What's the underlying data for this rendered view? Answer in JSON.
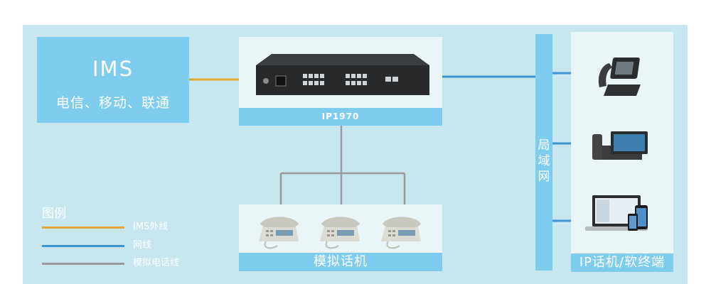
{
  "ims": {
    "title": "IMS",
    "subtitle": "电信、移动、联通"
  },
  "gateway": {
    "label": "IP1970"
  },
  "analog": {
    "label": "模拟话机"
  },
  "lan": {
    "label_chars": [
      "局",
      "域",
      "网"
    ]
  },
  "endpoints": {
    "label": "IP话机/软终端"
  },
  "legend": {
    "title": "图例",
    "items": [
      {
        "label": "IMS外线",
        "color": "#e3a63c"
      },
      {
        "label": "网线",
        "color": "#3d97d4"
      },
      {
        "label": "模拟电话线",
        "color": "#9a9a9a"
      }
    ]
  },
  "colors": {
    "background": "#c7e6ee",
    "accent": "#7fcdee",
    "panel": "#eaf5f8",
    "ims_line": "#e3a63c",
    "network_line": "#3d97d4",
    "phone_line": "#9a9a9a"
  }
}
